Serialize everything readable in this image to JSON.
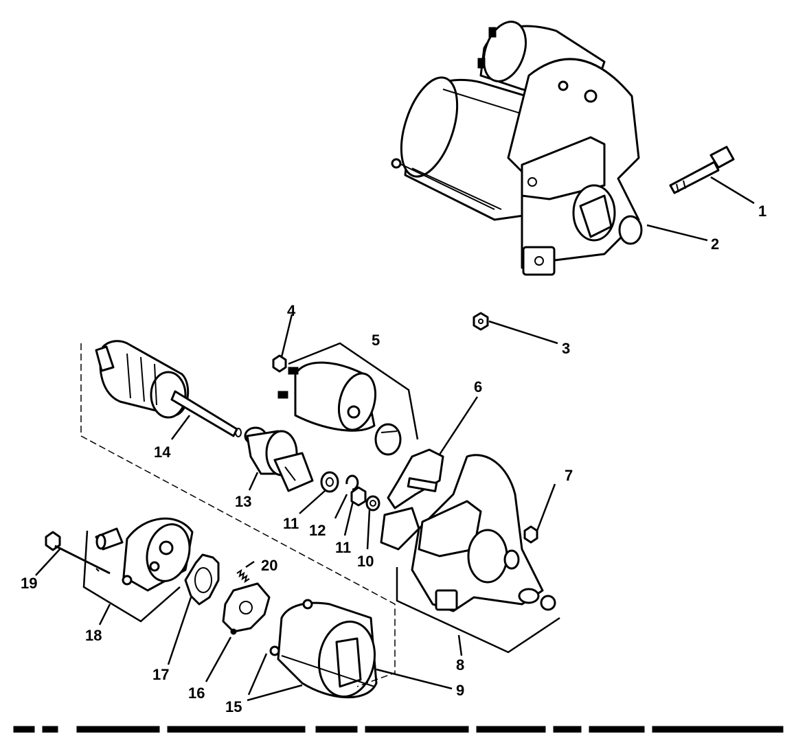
{
  "diagram": {
    "callouts": [
      "1",
      "2",
      "3",
      "4",
      "5",
      "6",
      "7",
      "8",
      "9",
      "10",
      "11",
      "11",
      "12",
      "13",
      "14",
      "15",
      "16",
      "17",
      "18",
      "19",
      "20"
    ]
  }
}
